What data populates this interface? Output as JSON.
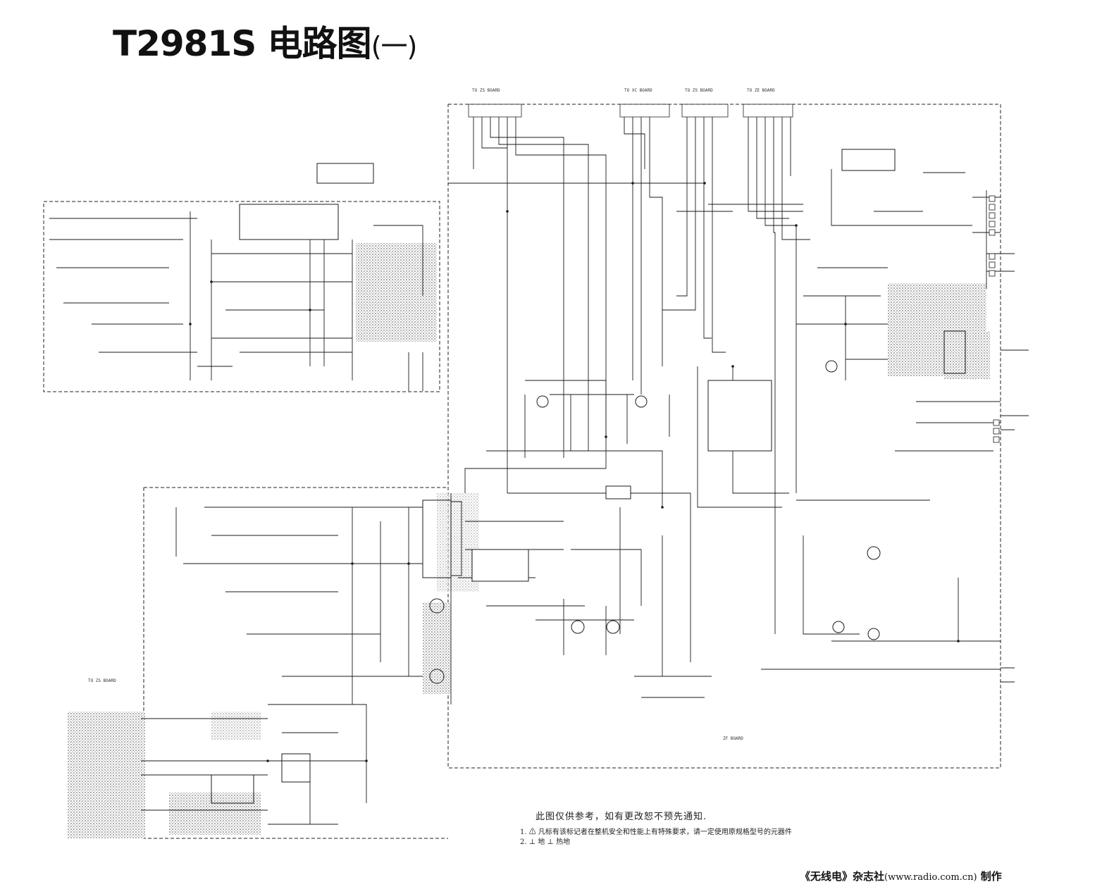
{
  "title": "T2981S 电路图",
  "title_suffix": "(一)",
  "notes": {
    "disclaimer": "此图仅供参考，如有更改恕不预先通知.",
    "line1": "1. ⚠ 凡标有该标记者在整机安全和性能上有特殊要求，请一定使用原规格型号的元器件",
    "line2": "2. ⊥ 地  ⊥ 热地"
  },
  "credit": {
    "magazine": "《无线电》杂志社",
    "url": "(www.radio.com.cn)",
    "made": "制作"
  },
  "board_labels": {
    "top_left": "TO ZS BOARD",
    "top_mid1": "TO XC BOARD",
    "top_mid2": "TO ZS BOARD",
    "top_right": "TO ZE BOARD",
    "zf_board": "ZF BOARD",
    "bottom_left": "TO ZS BOARD"
  },
  "colors": {
    "ink": "#1a1a1a",
    "paper": "#ffffff",
    "screen_tone": "#9a9a9a"
  }
}
